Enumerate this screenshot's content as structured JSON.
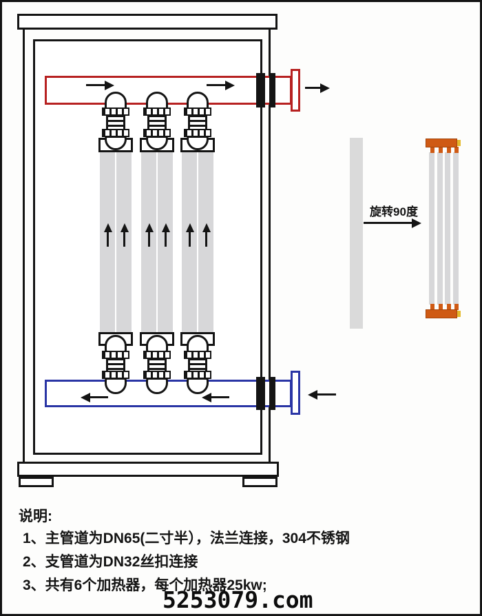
{
  "diagram": {
    "rotation_label": "旋转90度"
  },
  "notes": {
    "title": "说明:",
    "lines": [
      "1、主管道为DN65(二寸半），法兰连接，304不锈钢",
      "2、支管道为DN32丝扣连接",
      "3、共有6个加热器，每个加热器25kw;"
    ]
  },
  "watermark": "5253079.com",
  "colors": {
    "outlet_pipe_red": "#b72121",
    "inlet_pipe_blue": "#2a35a5",
    "tube_gray": "#d7d7d9",
    "element_bar_gray": "#dadada",
    "cap_orange": "#cf5a14",
    "cap_tip_yellow": "#e5bb2e",
    "line_black": "#141414"
  }
}
